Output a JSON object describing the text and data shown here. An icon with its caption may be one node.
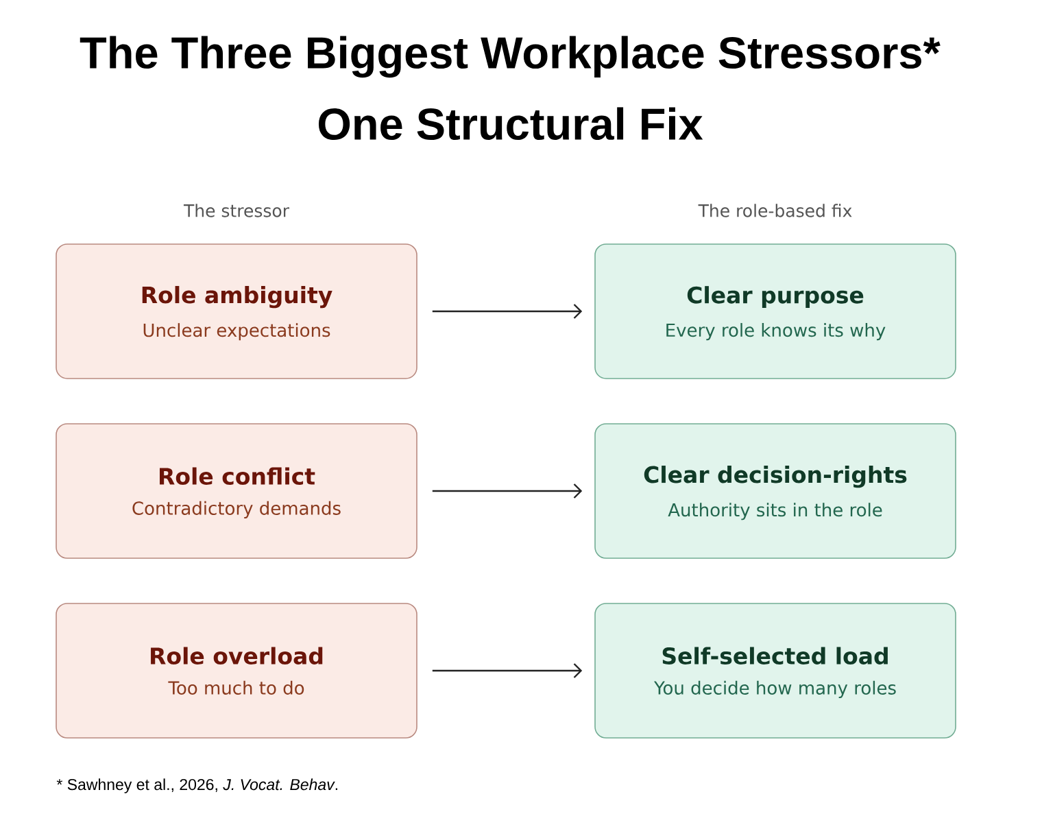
{
  "diagram": {
    "title": "The Three Biggest Workplace Stressors* One Structural Fix",
    "nodes": [
      {
        "text": [
          "Role ambiguity",
          "Unclear expectations"
        ]
      },
      {
        "text": [
          "Clear purpose",
          "Every role knows its why"
        ]
      },
      {
        "text": [
          "Role conflict",
          "Contradictory demands"
        ]
      },
      {
        "text": [
          "Clear decision-rights",
          "Authority sits in the role"
        ]
      },
      {
        "text": [
          "Role overload",
          "Too much to do"
        ]
      },
      {
        "text": [
          "Self-selected load",
          "You decide how many roles"
        ]
      }
    ],
    "edges": [
      {
        "from": 0,
        "to": 1,
        "arrow": "to"
      },
      {
        "from": 2,
        "to": 3,
        "arrow": "to"
      },
      {
        "from": 4,
        "to": 5,
        "arrow": "to"
      }
    ],
    "labels": [
      "The stressor",
      "The role-based fix",
      "* Sawhney et al., 2026, *J. Vocat. Behav*."
    ]
  }
}
